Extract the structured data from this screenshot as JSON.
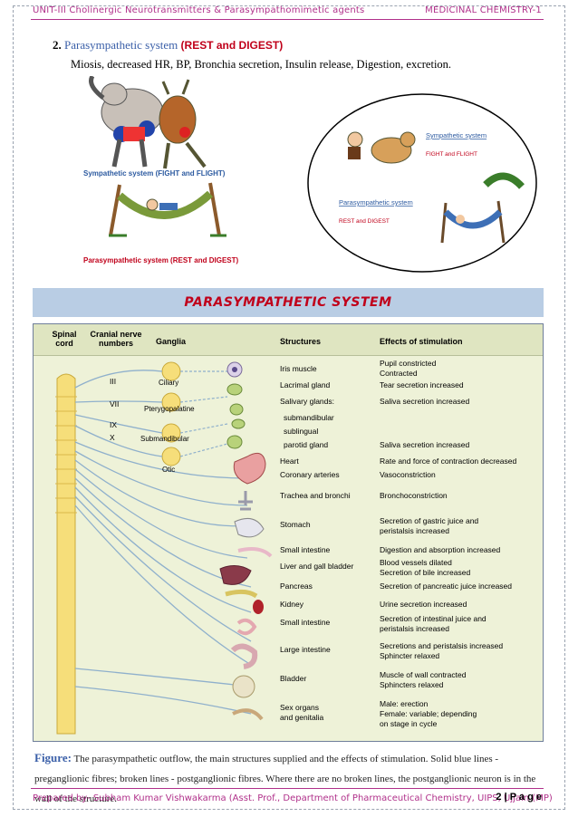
{
  "header": {
    "left": "UNIT-III Cholinergic Neurotransmitters & Parasympathomimetic agents",
    "right": "MEDICINAL CHEMISTRY-1"
  },
  "section": {
    "number": "2.",
    "title": "Parasympathetic system",
    "tag": "(REST and DIGEST)",
    "description": "Miosis, decreased HR, BP, Bronchia secretion, Insulin release, Digestion, excretion."
  },
  "illustration": {
    "left_label_1": "Sympathetic system (FIGHT and FLIGHT)",
    "left_label_2": "Parasympathetic system (REST and DIGEST)",
    "circle_sym_title": "Sympathetic system",
    "circle_sym_sub": "FIGHT and FLIGHT",
    "circle_para_title": "Parasympathetic system",
    "circle_para_sub": "REST and DIGEST"
  },
  "banner": {
    "text": "PARASYMPATHETIC SYSTEM"
  },
  "figure": {
    "col_spinal": "Spinal cord",
    "col_cranial": "Cranial nerve numbers",
    "col_ganglia": "Ganglia",
    "col_structures": "Structures",
    "col_effects": "Effects of stimulation",
    "nerves": [
      "III",
      "VII",
      "IX",
      "X"
    ],
    "ganglia": [
      "Ciliary",
      "Pterygopalatine",
      "Submandibular",
      "Otic"
    ],
    "rows": [
      {
        "structure": "Iris muscle",
        "effect": "Pupil constricted\nContracted"
      },
      {
        "structure": "Lacrimal gland",
        "effect": "Tear secretion increased"
      },
      {
        "structure": "Salivary glands:",
        "effect": "Saliva secretion increased"
      },
      {
        "structure": "submandibular",
        "effect": ""
      },
      {
        "structure": "sublingual",
        "effect": ""
      },
      {
        "structure": "parotid gland",
        "effect": "Saliva secretion increased"
      },
      {
        "structure": "Heart",
        "effect": "Rate and force of contraction decreased"
      },
      {
        "structure": "Coronary arteries",
        "effect": "Vasoconstriction"
      },
      {
        "structure": "Trachea and bronchi",
        "effect": "Bronchoconstriction"
      },
      {
        "structure": "Stomach",
        "effect": "Secretion of gastric juice and\nperistalsis increased"
      },
      {
        "structure": "Small intestine",
        "effect": "Digestion and absorption increased"
      },
      {
        "structure": "Liver and gall bladder",
        "effect": "Blood vessels dilated\nSecretion of bile increased"
      },
      {
        "structure": "Pancreas",
        "effect": "Secretion of pancreatic juice increased"
      },
      {
        "structure": "Kidney",
        "effect": "Urine secretion increased"
      },
      {
        "structure": "Small intestine",
        "effect": "Secretion of intestinal juice and\nperistalsis increased"
      },
      {
        "structure": "Large intestine",
        "effect": "Secretions and peristalsis increased\nSphincter relaxed"
      },
      {
        "structure": "Bladder",
        "effect": "Muscle of wall contracted\nSphincters relaxed"
      },
      {
        "structure": "Sex organs\nand genitalia",
        "effect": "Male:  erection\nFemale:  variable; depending\non stage in cycle"
      }
    ]
  },
  "caption": {
    "label": "Figure:",
    "text": "The parasympathetic outflow, the main structures supplied and the effects of stimulation. Solid blue lines - preganglionic fibres; broken lines - postganglionic fibres. Where there are no broken lines, the postganglionic neuron is in the wall of the structure."
  },
  "footer": {
    "left": "Prepared by- Subham Kumar Vishwakarma (Asst. Prof., Department of Pharmaceutical Chemistry, UIPS, Ujjain (MP)",
    "page": "2 | P a g e"
  }
}
